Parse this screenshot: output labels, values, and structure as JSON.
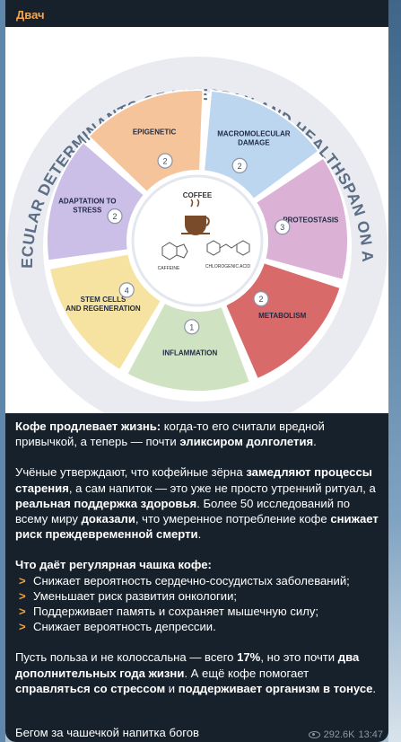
{
  "channel": {
    "name": "Двач"
  },
  "infographic": {
    "arc_title": "MOLECULAR DETERMINANTS OF LIFESPAN AND HEALTHSPAN ON AGING",
    "center_title": "COFFEE",
    "center_labels": [
      "CAFFEINE",
      "CHLOROGENIC ACID"
    ],
    "segments": [
      {
        "label": "EPIGENETIC",
        "number": "2",
        "color": "#f6c49a"
      },
      {
        "label": "MACROMOLECULAR DAMAGE",
        "number": "2",
        "color": "#bcd6f0"
      },
      {
        "label": "PROTEOSTASIS",
        "number": "3",
        "color": "#dcb1d6"
      },
      {
        "label": "METABOLISM",
        "number": "2",
        "color": "#d86a6a"
      },
      {
        "label": "INFLAMMATION",
        "number": "1",
        "color": "#cfe3c3"
      },
      {
        "label": "STEM CELLS AND REGENERATION",
        "number": "4",
        "color": "#f7e3a1"
      },
      {
        "label": "ADAPTATION TO STRESS",
        "number": "2",
        "color": "#cbbfe8"
      }
    ]
  },
  "post": {
    "p1_bold": "Кофе продлевает жизнь:",
    "p1_a": " когда-то его считали вредной привычкой, а теперь — почти ",
    "p1_bold2": "эликсиром долголетия",
    "p1_b": ".",
    "p2_a": "Учёные утверждают, что кофейные зёрна ",
    "p2_bold1": "замедляют процессы старения",
    "p2_b": ", а сам напиток — это уже не просто утренний ритуал, а ",
    "p2_bold2": "реальная поддержка здоровья",
    "p2_c": ". Более 50 исследований по всему миру ",
    "p2_bold3": "доказали",
    "p2_d": ", что умеренное потребление кофе ",
    "p2_bold4": "снижает риск преждевременной смерти",
    "p2_e": ".",
    "list_title": "Что даёт регулярная чашка кофе:",
    "bullet": ">",
    "list": [
      "Снижает вероятность сердечно-сосудистых заболеваний;",
      "Уменьшает риск развития онкологии;",
      "Поддерживает память и сохраняет мышечную силу;",
      "Снижает вероятность депрессии."
    ],
    "p4_a": "Пусть польза и не колоссальна — всего ",
    "p4_bold1": "17%",
    "p4_b": ", но это почти ",
    "p4_bold2": "два дополнительных года жизни",
    "p4_c": ". А ещё кофе помогает ",
    "p4_bold3": "справляться со стрессом",
    "p4_d": " и ",
    "p4_bold4": "поддерживает организм в тонусе",
    "p4_e": ".",
    "last_line": "Бегом за чашечкой напитка богов"
  },
  "meta": {
    "views": "292.6K",
    "time": "13:47"
  }
}
